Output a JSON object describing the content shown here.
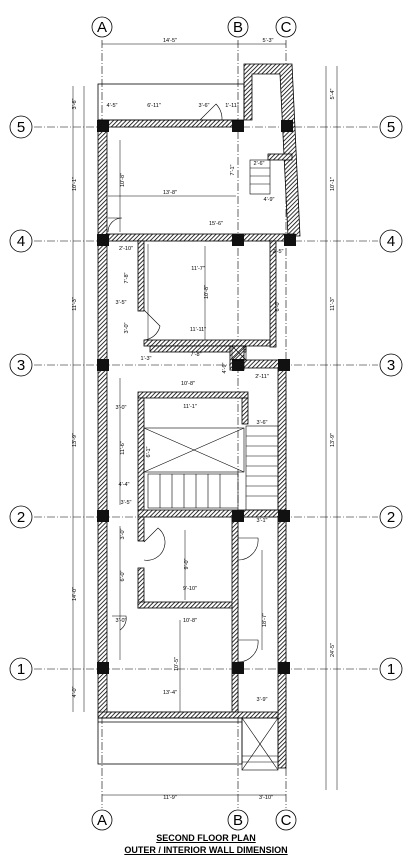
{
  "title": {
    "line1": "SECOND FLOOR PLAN",
    "line2": "OUTER / INTERIOR WALL DIMENSION"
  },
  "grid": {
    "columns": [
      "A",
      "B",
      "C"
    ],
    "rows": [
      "5",
      "4",
      "3",
      "2",
      "1"
    ]
  },
  "dimensions": {
    "top_ab": "14'-5\"",
    "top_bc": "5'-3\"",
    "bottom_ab": "11'-9\"",
    "bottom_bc": "3'-10\"",
    "left_top": "3'-6\"",
    "left_5_4": "10'-1\"",
    "left_4_3": "11'-3\"",
    "left_3_2": "13'-9\"",
    "left_2_1": "14'-0\"",
    "left_bottom": "4'-0\"",
    "right_top": "5'-4\"",
    "right_5_4": "10'-1\"",
    "right_4_3": "11'-3\"",
    "right_3_2": "13'-9\"",
    "right_2_bottom": "24'-5\"",
    "room1_width": "13'-8\"",
    "room1_height": "10'-8\"",
    "opening_top": "6'-11\"",
    "opening_right": "3'-6\"",
    "wall_415": "4'-5\"",
    "wall_113": "1'-11\"",
    "stair_w": "2'-6\"",
    "stair_h": "7'-1\"",
    "stair_4": "4'-9\"",
    "r4_1568": "15'-6\"",
    "r4_2": "2'-10\"",
    "r4_3": "2'-5\"",
    "room2_width": "11'-7\"",
    "room2_height": "10'-8\"",
    "room2_bottom": "11'-11\"",
    "room2_side": "7'-8\"",
    "room2_right": "6'-0\"",
    "room2_left": "3'-5\"",
    "room2_door": "3'-0\"",
    "r3_1": "1'-3\"",
    "r3_2": "7'-8\"",
    "r3_3": "10'-8\"",
    "r3_4": "2'-11\"",
    "r3_5": "4'-9\"",
    "room3_width": "11'-1\"",
    "room3_left": "3'-0\"",
    "room3_height": "11'-6\"",
    "room3_right": "3'-6\"",
    "void": "6'-1\"",
    "stair_lbl": "4'-4\"",
    "r2_1": "3'-5\"",
    "r2_2": "3'-1\"",
    "room4_height": "9'-0\"",
    "room4_width": "9'-10\"",
    "room4_left": "6'-0\"",
    "room4_door": "3'-0\"",
    "room5_width": "10'-8\"",
    "room5_height": "10'-5\"",
    "room5_right": "18'-7\"",
    "room5_door": "3'-0\"",
    "bottom_width": "13'-4\"",
    "bottom_right": "3'-9\""
  }
}
